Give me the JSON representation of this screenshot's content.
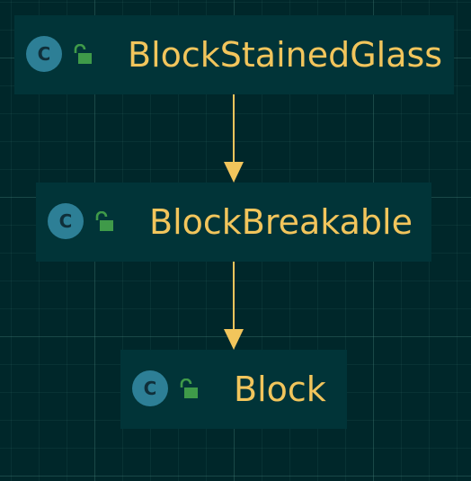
{
  "diagram": {
    "type": "class-hierarchy",
    "colors": {
      "background": "#00272a",
      "node_fill": "#013438",
      "label": "#f2c55c",
      "class_badge": "#2d7f96",
      "lock": "#3f9a49",
      "edge": "#f2c55c"
    },
    "nodes": [
      {
        "label": "BlockStainedGlass",
        "badge": "C",
        "icon": "class-icon",
        "access_icon": "unlock-icon"
      },
      {
        "label": "BlockBreakable",
        "badge": "C",
        "icon": "class-icon",
        "access_icon": "unlock-icon"
      },
      {
        "label": "Block",
        "badge": "C",
        "icon": "class-icon",
        "access_icon": "unlock-icon"
      }
    ],
    "edges": [
      {
        "from": "BlockStainedGlass",
        "to": "BlockBreakable",
        "kind": "extends"
      },
      {
        "from": "BlockBreakable",
        "to": "Block",
        "kind": "extends"
      }
    ]
  }
}
